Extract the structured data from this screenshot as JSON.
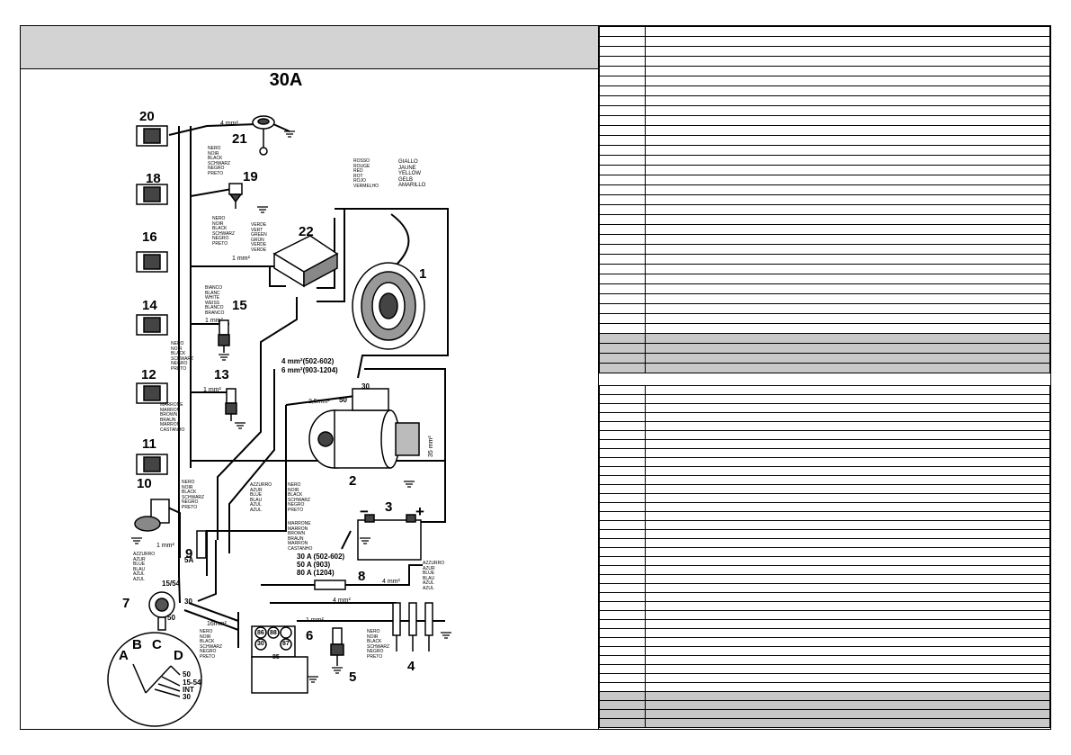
{
  "page": {
    "diagram_title": "30A"
  },
  "components": {
    "c1": "1",
    "c2": "2",
    "c3": "3",
    "c4": "4",
    "c5": "5",
    "c6": "6",
    "c7": "7",
    "c8": "8",
    "c9": "9",
    "c10": "10",
    "c11": "11",
    "c12": "12",
    "c13": "13",
    "c14": "14",
    "c15": "15",
    "c16": "16",
    "c18": "18",
    "c19": "19",
    "c20": "20",
    "c21": "21",
    "c22": "22"
  },
  "terminals": {
    "t30": "30",
    "t50": "50",
    "t1554": "15/54",
    "t5a": "5A",
    "t50b": "50",
    "t88": "88",
    "t30b": "30",
    "t86": "86",
    "t87": "87",
    "t85": "85",
    "battery_minus": "−",
    "battery_plus": "+"
  },
  "switch": {
    "A": "A",
    "B": "B",
    "C": "C",
    "D": "D",
    "pos50": "50",
    "pos1554": "15-54",
    "posINT": "INT",
    "pos30": "30"
  },
  "wire_sizes": {
    "w4mm2": "4 mm²",
    "w1mm2": "1 mm²",
    "w25mm2": "2,5mm²",
    "w35mm2": "35 mm²",
    "w16mm2": "16mm²",
    "w4mm2_502": "4 mm²(502-602)",
    "w6mm2_903": "6 mm²(903-1204)"
  },
  "fuse_ratings": [
    "30 A (502-602)",
    "50 A (903)",
    "80 A (1204)"
  ],
  "colors": {
    "black": [
      "NERO",
      "NOIR",
      "BLACK",
      "SCHWARZ",
      "NEGRO",
      "PRETO"
    ],
    "red": [
      "ROSSO",
      "ROUGE",
      "RED",
      "ROT",
      "ROJO",
      "VERMELHO"
    ],
    "yellow": [
      "GIALLO",
      "JAUNE",
      "YELLOW",
      "GELB",
      "AMARILLO"
    ],
    "green": [
      "VERDE",
      "VERT",
      "GREEN",
      "GRÜN",
      "VERDE",
      "VERDE"
    ],
    "white": [
      "BIANCO",
      "BLANC",
      "WHITE",
      "WEISS",
      "BLANCO",
      "BRANCO"
    ],
    "brown": [
      "MARRONE",
      "MARRON",
      "BROWN",
      "BRAUN",
      "MARRON",
      "CASTANHO"
    ],
    "blue": [
      "AZZURRO",
      "AZUR",
      "BLUE",
      "BLAU",
      "AZUL",
      "AZUL"
    ]
  },
  "legend_tables": {
    "top_rows": 35,
    "top_shaded_rows": 4,
    "bottom_rows": 38,
    "bottom_shaded_rows": 4,
    "shade_color": "#c8c8c8"
  }
}
